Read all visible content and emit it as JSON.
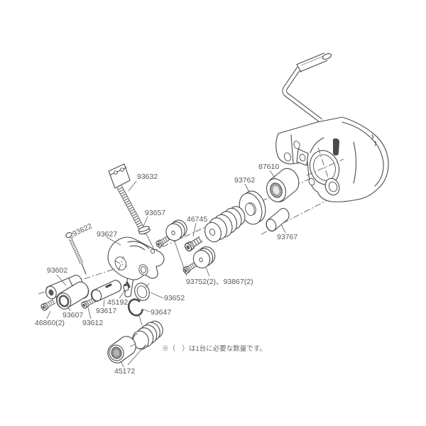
{
  "figure": {
    "type": "exploded-parts-diagram",
    "note": "※（　）は1台に必要な数量です。",
    "colors": {
      "background": "#ffffff",
      "line": "#4a4a4a",
      "label": "#595959"
    },
    "parts": [
      {
        "label": "93632"
      },
      {
        "label": "93657"
      },
      {
        "label": "93622"
      },
      {
        "label": "93627"
      },
      {
        "label": "93602"
      },
      {
        "label": "93607"
      },
      {
        "label": "46860(2)"
      },
      {
        "label": "93612"
      },
      {
        "label": "93617"
      },
      {
        "label": "45192"
      },
      {
        "label": "93652"
      },
      {
        "label": "93647"
      },
      {
        "label": "45172"
      },
      {
        "label": "46745"
      },
      {
        "label": "93752(2)、93867(2)"
      },
      {
        "label": "93762"
      },
      {
        "label": "87610"
      },
      {
        "label": "93767"
      }
    ]
  }
}
